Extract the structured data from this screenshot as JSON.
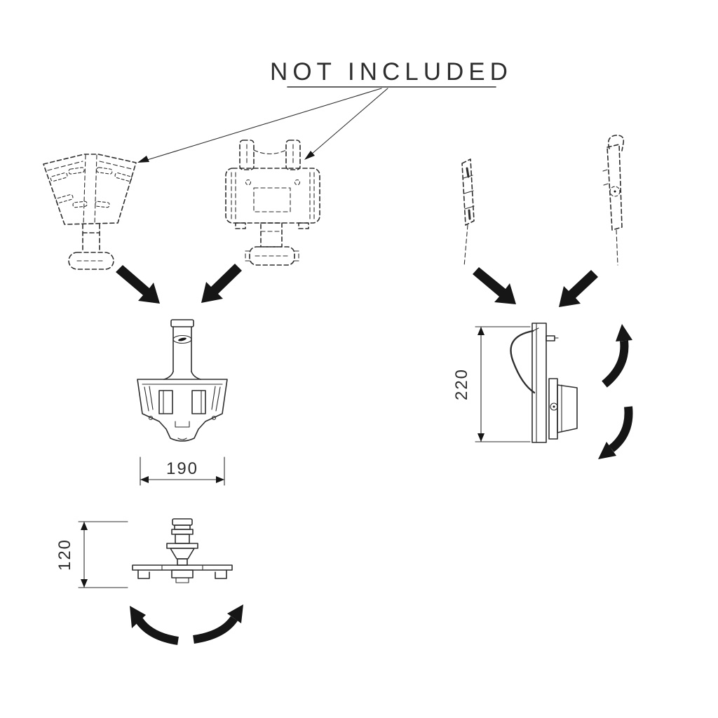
{
  "callout": {
    "label": "NOT INCLUDED"
  },
  "dimensions": {
    "width_mm": "190",
    "height_mm": "220",
    "depth_mm": "120"
  },
  "colors": {
    "line": "#2e2e2e",
    "arrow": "#161616",
    "background": "#ffffff"
  },
  "icons": {
    "assembly_arrow": "solid-diagonal-arrow",
    "rotation_arrow": "curved-rotation-arrow",
    "leader_arrow": "thin-leader-arrow"
  }
}
